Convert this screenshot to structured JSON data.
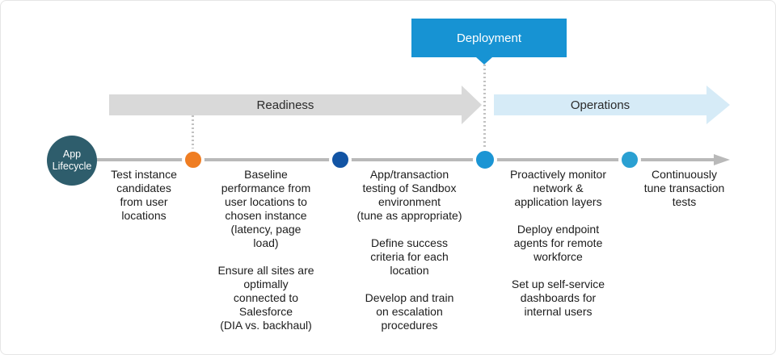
{
  "callout": {
    "label": "Deployment"
  },
  "phases": [
    {
      "label": "Readiness"
    },
    {
      "label": "Operations"
    }
  ],
  "lifecycle_badge": {
    "label": "App\nLifecycle"
  },
  "milestones": [
    {
      "dot": "orange",
      "dot_color": "#ef7d22",
      "text": "Test instance\ncandidates\nfrom user\nlocations"
    },
    {
      "dot": "dark-blue",
      "dot_color": "#1254a4",
      "text": "Baseline\nperformance from\nuser locations to\nchosen instance\n(latency, page\nload)\n\nEnsure all sites are\noptimally\nconnected to\nSalesforce\n(DIA vs. backhaul)"
    },
    {
      "dot": "blue",
      "dot_color": "#1b95d4",
      "text": "App/transaction\ntesting of Sandbox\nenvironment\n(tune as appropriate)\n\nDefine success\ncriteria for each\nlocation\n\nDevelop and train\non escalation\nprocedures"
    },
    {
      "dot": "light-blue",
      "dot_color": "#2aa0d2",
      "text": "Proactively monitor\nnetwork &\napplication layers\n\nDeploy endpoint\nagents for remote\nworkforce\n\nSet up self-service\ndashboards for\ninternal users"
    },
    {
      "dot": "none",
      "dot_color": "",
      "text": "Continuously\ntune transaction\ntests"
    }
  ],
  "colors": {
    "deployment_blue": "#1793d3",
    "readiness_gray": "#d9d9d9",
    "operations_light_blue": "#d6ebf7",
    "timeline_gray": "#b9b9b9",
    "lifecycle_teal": "#2e5d6c"
  }
}
